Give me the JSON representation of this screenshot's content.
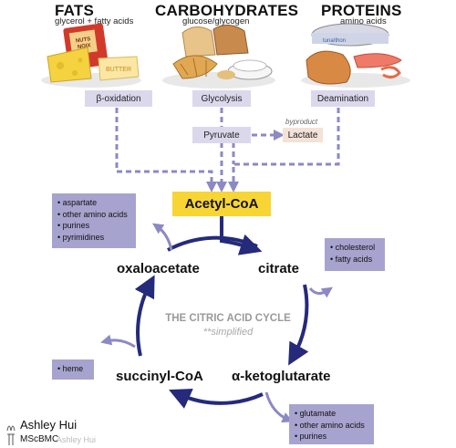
{
  "macros": {
    "fats": {
      "title": "FATS",
      "subtitle": "glycerol + fatty acids",
      "process": "β-oxidation"
    },
    "carbs": {
      "title": "CARBOHYDRATES",
      "subtitle": "glucose/glycogen",
      "process": "Glycolysis"
    },
    "proteins": {
      "title": "PROTEINS",
      "subtitle": "amino acids",
      "process": "Deamination"
    }
  },
  "food_labels": {
    "nuts": "NUTS\nNOIX",
    "butter": "BUTTER",
    "tuna": "tuna/thon"
  },
  "pyruvate": "Pyruvate",
  "byproduct_label": "byproduct",
  "lactate": "Lactate",
  "acetyl_coa": "Acetyl-CoA",
  "cycle": {
    "title": "THE CITRIC ACID CYCLE",
    "subtitle": "**simplified",
    "nodes": {
      "oxaloacetate": "oxaloacetate",
      "citrate": "citrate",
      "akg": "α-ketoglutarate",
      "succinyl": "succinyl-CoA"
    }
  },
  "outputs": {
    "oxaloacetate": [
      "aspartate",
      "other amino acids",
      "purines",
      "pyrimidines"
    ],
    "citrate": [
      "cholesterol",
      "fatty acids"
    ],
    "succinyl": [
      "heme"
    ],
    "akg": [
      "glutamate",
      "other amino acids",
      "purines"
    ]
  },
  "signature": {
    "name": "Ashley Hui",
    "credential": "MScBMC",
    "ghost": "Ashley Hui"
  },
  "colors": {
    "arrow": "#252a7a",
    "dashed": "#8c89c4",
    "acetyl": "#f7d535",
    "box": "#a7a3cf",
    "proc": "#dcd8ec"
  }
}
